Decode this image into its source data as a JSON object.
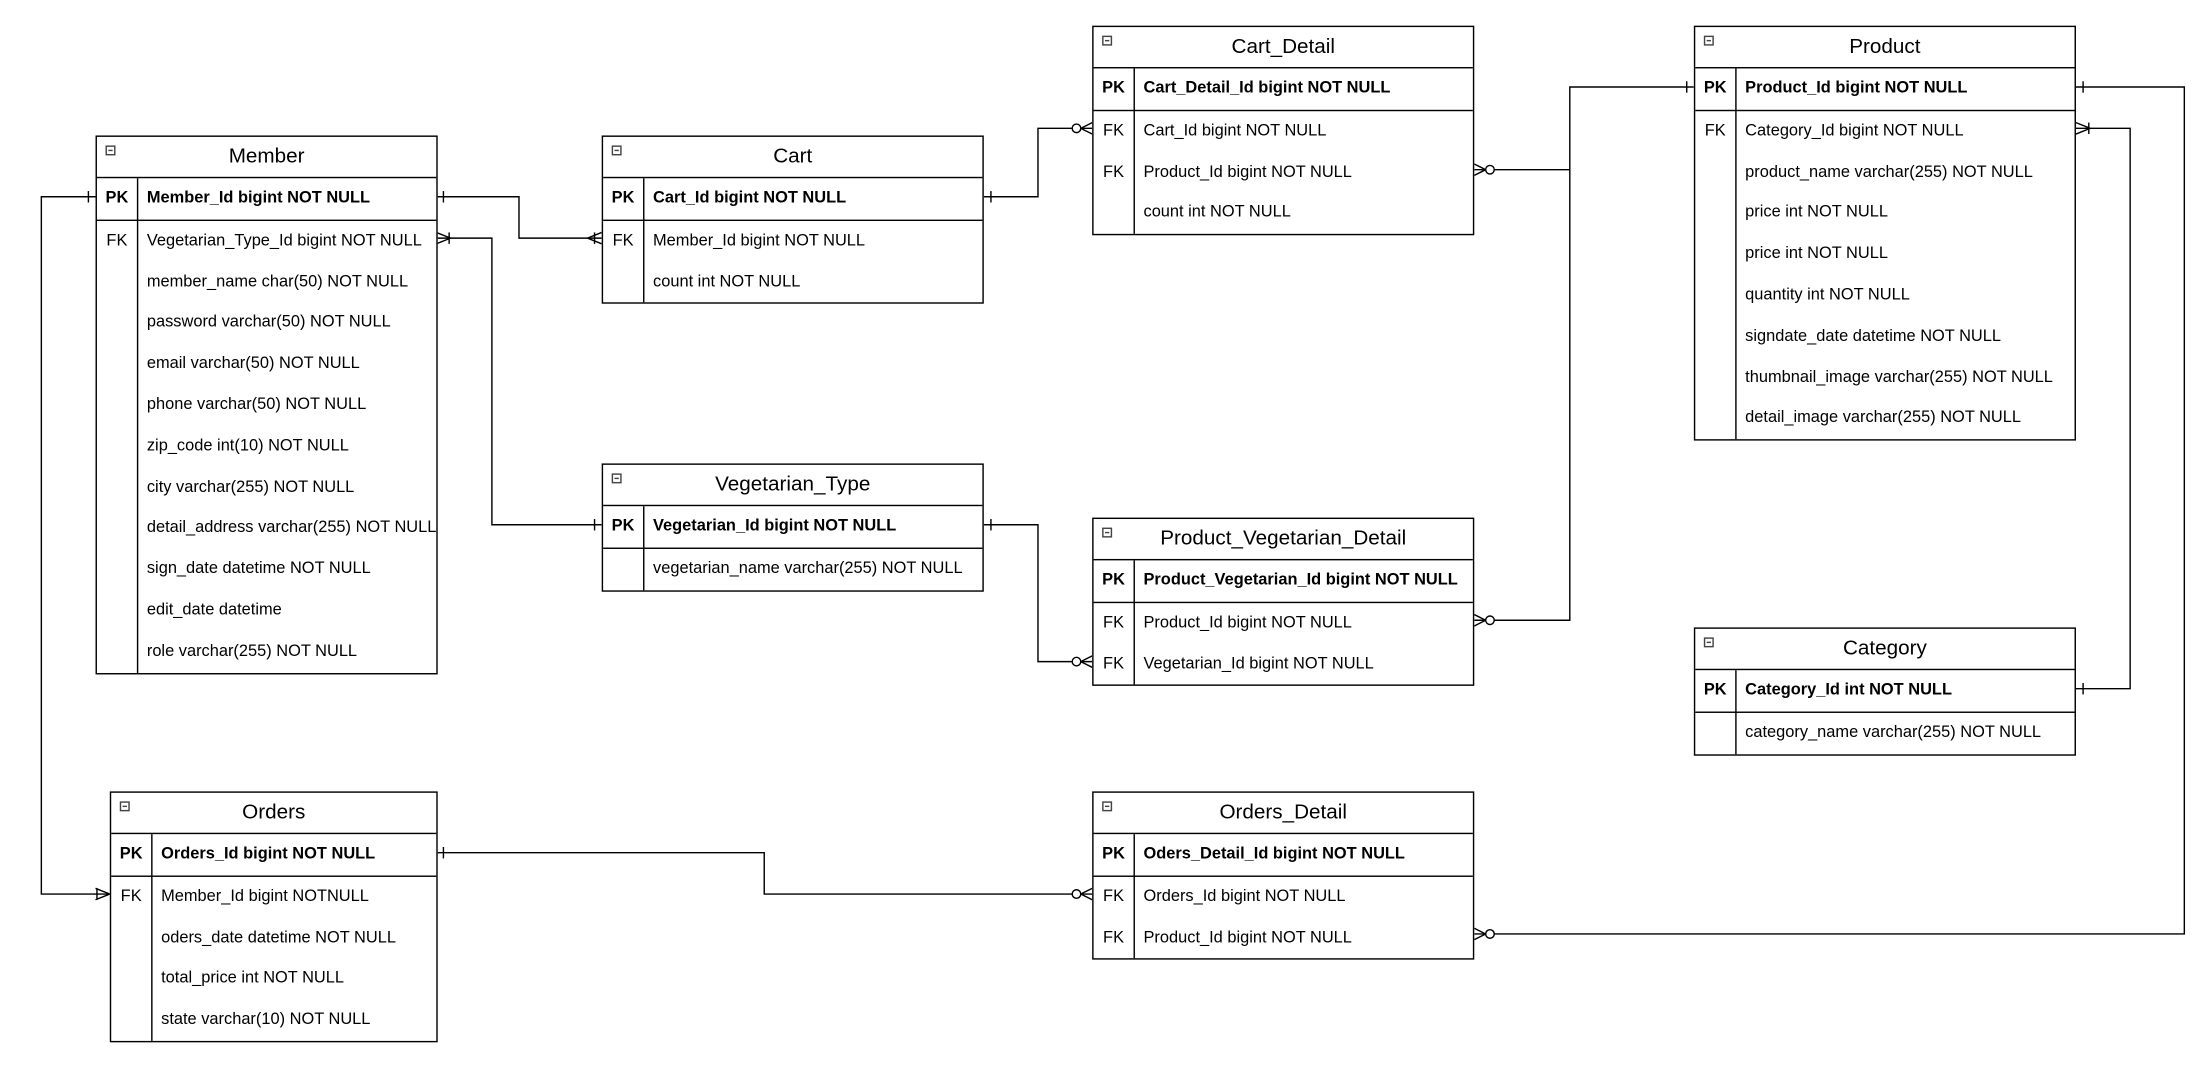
{
  "entities": {
    "member": {
      "title": "Member",
      "pk": {
        "key": "PK",
        "text": "Member_Id bigint NOT NULL"
      },
      "rows": [
        {
          "key": "FK",
          "text": "Vegetarian_Type_Id bigint NOT NULL"
        },
        {
          "key": "",
          "text": "member_name char(50) NOT NULL"
        },
        {
          "key": "",
          "text": "password varchar(50) NOT NULL"
        },
        {
          "key": "",
          "text": "email varchar(50) NOT NULL"
        },
        {
          "key": "",
          "text": "phone varchar(50) NOT NULL"
        },
        {
          "key": "",
          "text": "zip_code int(10) NOT NULL"
        },
        {
          "key": "",
          "text": "city varchar(255) NOT NULL"
        },
        {
          "key": "",
          "text": "detail_address varchar(255) NOT NULL"
        },
        {
          "key": "",
          "text": "sign_date datetime NOT NULL"
        },
        {
          "key": "",
          "text": "edit_date datetime"
        },
        {
          "key": "",
          "text": "role varchar(255) NOT NULL"
        }
      ]
    },
    "cart": {
      "title": "Cart",
      "pk": {
        "key": "PK",
        "text": "Cart_Id bigint NOT NULL"
      },
      "rows": [
        {
          "key": "FK",
          "text": "Member_Id bigint NOT NULL"
        },
        {
          "key": "",
          "text": "count int NOT NULL"
        }
      ]
    },
    "cart_detail": {
      "title": "Cart_Detail",
      "pk": {
        "key": "PK",
        "text": "Cart_Detail_Id bigint NOT NULL"
      },
      "rows": [
        {
          "key": "FK",
          "text": "Cart_Id bigint NOT NULL"
        },
        {
          "key": "FK",
          "text": "Product_Id bigint NOT NULL"
        },
        {
          "key": "",
          "text": "count int NOT NULL"
        }
      ]
    },
    "product": {
      "title": "Product",
      "pk": {
        "key": "PK",
        "text": "Product_Id bigint NOT NULL"
      },
      "rows": [
        {
          "key": "FK",
          "text": "Category_Id bigint NOT NULL"
        },
        {
          "key": "",
          "text": "product_name varchar(255) NOT NULL"
        },
        {
          "key": "",
          "text": "price int NOT NULL"
        },
        {
          "key": "",
          "text": "price int NOT NULL"
        },
        {
          "key": "",
          "text": "quantity int NOT NULL"
        },
        {
          "key": "",
          "text": "signdate_date datetime NOT NULL"
        },
        {
          "key": "",
          "text": "thumbnail_image varchar(255) NOT NULL"
        },
        {
          "key": "",
          "text": "detail_image varchar(255) NOT NULL"
        }
      ]
    },
    "vegetarian_type": {
      "title": "Vegetarian_Type",
      "pk": {
        "key": "PK",
        "text": "Vegetarian_Id bigint NOT NULL"
      },
      "rows": [
        {
          "key": "",
          "text": "vegetarian_name varchar(255) NOT NULL"
        }
      ]
    },
    "product_vegetarian_detail": {
      "title": "Product_Vegetarian_Detail",
      "pk": {
        "key": "PK",
        "text": "Product_Vegetarian_Id bigint NOT NULL"
      },
      "rows": [
        {
          "key": "FK",
          "text": "Product_Id bigint NOT NULL"
        },
        {
          "key": "FK",
          "text": "Vegetarian_Id bigint NOT NULL"
        }
      ]
    },
    "category": {
      "title": "Category",
      "pk": {
        "key": "PK",
        "text": "Category_Id int NOT NULL"
      },
      "rows": [
        {
          "key": "",
          "text": "category_name varchar(255) NOT NULL"
        }
      ]
    },
    "orders": {
      "title": "Orders",
      "pk": {
        "key": "PK",
        "text": "Orders_Id bigint NOT NULL"
      },
      "rows": [
        {
          "key": "FK",
          "text": "Member_Id bigint NOTNULL"
        },
        {
          "key": "",
          "text": "oders_date datetime NOT NULL"
        },
        {
          "key": "",
          "text": "total_price int NOT NULL"
        },
        {
          "key": "",
          "text": "state varchar(10) NOT NULL"
        }
      ]
    },
    "orders_detail": {
      "title": "Orders_Detail",
      "pk": {
        "key": "PK",
        "text": "Oders_Detail_Id bigint NOT NULL"
      },
      "rows": [
        {
          "key": "FK",
          "text": "Orders_Id bigint NOT NULL"
        },
        {
          "key": "FK",
          "text": "Product_Id bigint NOT NULL"
        }
      ]
    }
  }
}
